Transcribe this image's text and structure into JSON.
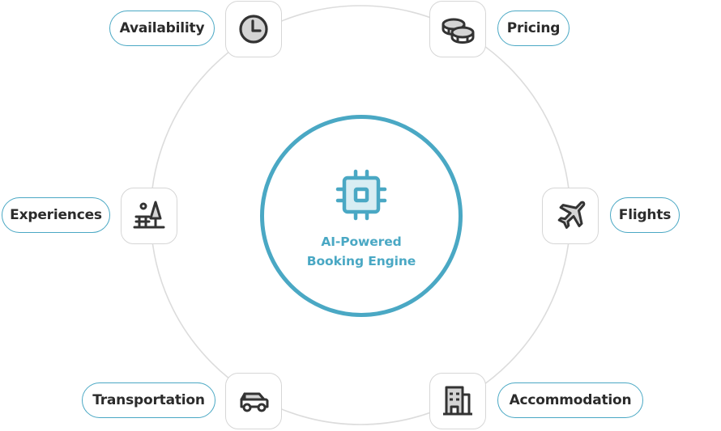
{
  "diagram": {
    "center": {
      "title_line1": "AI-Powered",
      "title_line2": "Booking Engine",
      "icon": "cpu-chip-icon"
    },
    "colors": {
      "accent": "#4aa8c4",
      "accent_light": "#d8edf3",
      "text": "#2b2b2b",
      "icon_stroke": "#333333",
      "icon_fill": "#d4d4d4",
      "node_border": "#d6d6d6",
      "orbit": "#dcdcdc"
    },
    "nodes": [
      {
        "label": "Availability",
        "icon": "clock-icon",
        "position": "top-left"
      },
      {
        "label": "Pricing",
        "icon": "coins-icon",
        "position": "top-right"
      },
      {
        "label": "Experiences",
        "icon": "park-icon",
        "position": "left"
      },
      {
        "label": "Flights",
        "icon": "airplane-icon",
        "position": "right"
      },
      {
        "label": "Transportation",
        "icon": "car-icon",
        "position": "bottom-left"
      },
      {
        "label": "Accommodation",
        "icon": "building-icon",
        "position": "bottom-right"
      }
    ]
  }
}
